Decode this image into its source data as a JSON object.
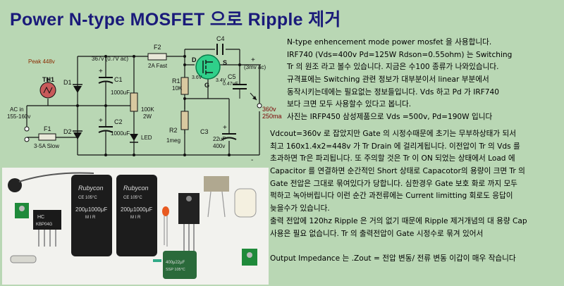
{
  "title": "Power N-type MOSFET 으로 Ripple 제거",
  "schematic": {
    "peak": "Peak 448v",
    "rail": "367v (0.7V ac)",
    "th1": "TH1",
    "ac_in": "AC in",
    "ac_range": "155-160v",
    "f1": "F1",
    "f1_rating": "3-5A Slow",
    "f2": "F2",
    "f2_rating": "2A Fast",
    "d1": "D1",
    "d2": "D2",
    "c1": "C1",
    "c1_val": "1000uF",
    "c2": "C2",
    "c2_val": "1000uF",
    "r_load": "100K",
    "r_load_w": "2W",
    "led": "LED",
    "r1": "R1",
    "r1_val": "10K",
    "r2": "R2",
    "r2_val": "1meg",
    "c3": "C3",
    "c3_val": "22uF",
    "c3_v": "400v",
    "c4": "C4",
    "c5": "C5",
    "c5_val": "0.47uF",
    "out_v": "360v",
    "out_i": "250ma",
    "ripple": "(3mv ac)",
    "pin_d": "D",
    "pin_s": "S",
    "pin_g": "G",
    "v1": "3.6V",
    "v2": "3.4V",
    "plus": "+",
    "minus": "-"
  },
  "photo": {
    "cap_brand": "Rubycon",
    "cap_value": "200μ1000μF",
    "cap_series": "M I R",
    "cap_temp": "CE 105°C",
    "small_cap": "400μ22μF",
    "small_cap_series": "SSP 105°C",
    "bridge_label": "HC",
    "bridge_part": "KBP04G"
  },
  "right_text": [
    "N-type enhencement mode power mosfet 을 사용합니다.",
    "IRF740   (Vds=400v Pd=125W Rdson=0.55ohm)   는 Switching",
    "Tr 의 원조 라고 볼수 있습니다.  지금은 수100 종류가 나와있습니다.",
    "규격표에는 Switching 관련 정보가 대부분이서 linear 부분에서",
    "동작시키는데에는 필요없는 정보들입니다. Vds 하고 Pd 가 IRF740",
    "보다 크면 모두 사용할수 있다고 봅니다.",
    "사진는 IRFP450 삼성제품으로 Vds =500v, Pd=190W 입니다"
  ],
  "bottom_text": [
    "Vdcout=360v 로 잡았지만 Gate 의 시정수때문에 초기는 무부하상태가 되서",
    "최고 160x1.4x2=448v  가 Tr Drain 에 걸리게됩니다. 이전압이 Tr 의 Vds 를",
    "초과하면 Tr은 파괴됩니다. 또 주의할 것은   Tr 이 ON 되었는 상태에서 Load 에",
    "Capacitor 를 연결하면 순간적인 Short 상태로 Capacotor의 용량이 크면 Tr 의",
    "Gate 전압은 그대로 묶여있다가 당합니다. 심한경우 Gate 보호 화로 까지 모두",
    "퍽하고 녹아버립니다  이런 순간 과전류에는 Current limitting 회로도 응답이",
    "늦을수가 있습니다.",
    "출력 전압에 120hz Ripple 은 거의 없기 때문에 Ripple 제거개념의 대 용량 Cap",
    "사용은 필요 없습니다. Tr 의 출력전압이 Gate 시정수로 묶겨 있어서",
    "",
    "Output Impedance 는 .Zout = 전압 변동/ 전류 변동  이갑이 매우 작습니다"
  ]
}
